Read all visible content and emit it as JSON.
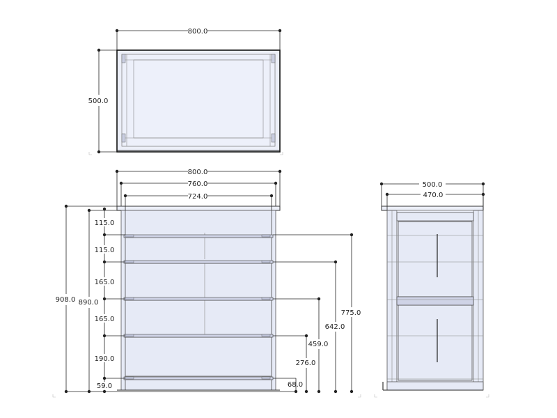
{
  "top_view": {
    "width_label": "800.0",
    "depth_label": "500.0"
  },
  "front_view": {
    "overall_width_label": "800.0",
    "outer_width_label": "760.0",
    "inner_width_label": "724.0",
    "overall_height_label": "908.0",
    "body_height_label": "890.0",
    "drawer_heights": [
      "115.0",
      "115.0",
      "165.0",
      "165.0",
      "190.0"
    ],
    "base_height_label": "59.0",
    "plinth_label": "68.0",
    "level_labels": [
      "276.0",
      "459.0",
      "642.0",
      "775.0"
    ]
  },
  "side_view": {
    "depth_label": "500.0",
    "inner_depth_label": "470.0"
  }
}
